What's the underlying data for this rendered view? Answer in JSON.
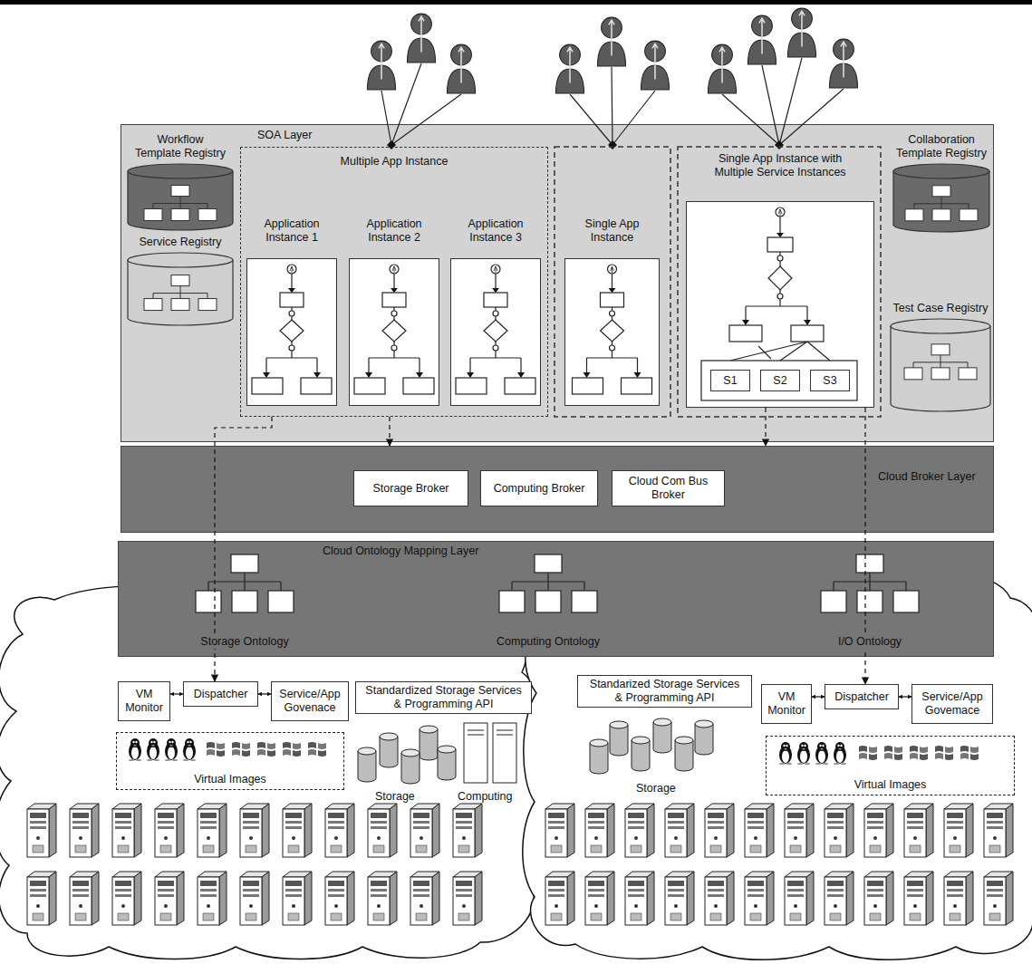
{
  "diagram": {
    "nodes": [
      {
        "text": [
          "SOA Layer"
        ]
      },
      {
        "text": [
          "Workflow Template Registry"
        ],
        "in": 0
      },
      {
        "text": [
          "Service Registry"
        ],
        "in": 0
      },
      {
        "text": [
          "Multiple App Instance"
        ],
        "in": 0
      },
      {
        "text": [
          "Application Instance 1"
        ],
        "in": 3
      },
      {
        "text": [
          "Application Instance 2"
        ],
        "in": 3
      },
      {
        "text": [
          "Application Instance 3"
        ],
        "in": 3
      },
      {
        "text": [
          "Single App Instance"
        ],
        "in": 0
      },
      {
        "text": [
          "Single App Instance with Multiple Service Instances"
        ],
        "in": 0
      },
      {
        "text": [
          "S1"
        ],
        "in": 8
      },
      {
        "text": [
          "S2"
        ],
        "in": 8
      },
      {
        "text": [
          "S3"
        ],
        "in": 8
      },
      {
        "text": [
          "Collaboration Template Registry"
        ],
        "in": 0
      },
      {
        "text": [
          "Test Case Registry"
        ],
        "in": 0
      },
      {
        "text": [
          "Cloud Broker Layer"
        ]
      },
      {
        "text": [
          "Storage Broker"
        ],
        "in": 14
      },
      {
        "text": [
          "Computing Broker"
        ],
        "in": 14
      },
      {
        "text": [
          "Cloud Com Bus Broker"
        ],
        "in": 14
      },
      {
        "text": [
          "Cloud Ontology Mapping Layer"
        ]
      },
      {
        "text": [
          "Storage Ontology"
        ],
        "in": 18
      },
      {
        "text": [
          "Computing Ontology"
        ],
        "in": 18
      },
      {
        "text": [
          "I/O Ontology"
        ],
        "in": 18
      },
      {
        "text": [
          "VM Monitor"
        ]
      },
      {
        "text": [
          "Dispatcher"
        ]
      },
      {
        "text": [
          "Service/App Govenace"
        ]
      },
      {
        "text": [
          "Standardized Storage Services & Programming API"
        ]
      },
      {
        "text": [
          "Virtual Images"
        ]
      },
      {
        "text": [
          "Standarized Storage Services & Programming API"
        ]
      },
      {
        "text": [
          "VM Monitor"
        ]
      },
      {
        "text": [
          "Dispatcher"
        ]
      },
      {
        "text": [
          "Service/App Govemace"
        ]
      },
      {
        "text": [
          "Virtual Images"
        ]
      }
    ],
    "edges": [
      {
        "from": 3,
        "to": 14,
        "arrow": "to"
      },
      {
        "from": 8,
        "to": 14,
        "arrow": "to"
      },
      {
        "from": 3,
        "to": 23,
        "arrow": "to"
      },
      {
        "from": 8,
        "to": 29,
        "arrow": "to"
      },
      {
        "from": 22,
        "to": 23,
        "arrow": "both"
      },
      {
        "from": 23,
        "to": 24,
        "arrow": "both"
      },
      {
        "from": 28,
        "to": 29,
        "arrow": "both"
      },
      {
        "from": 29,
        "to": 30,
        "arrow": "both"
      }
    ],
    "labels": [
      "Storage",
      "Computing",
      "Storage"
    ]
  }
}
